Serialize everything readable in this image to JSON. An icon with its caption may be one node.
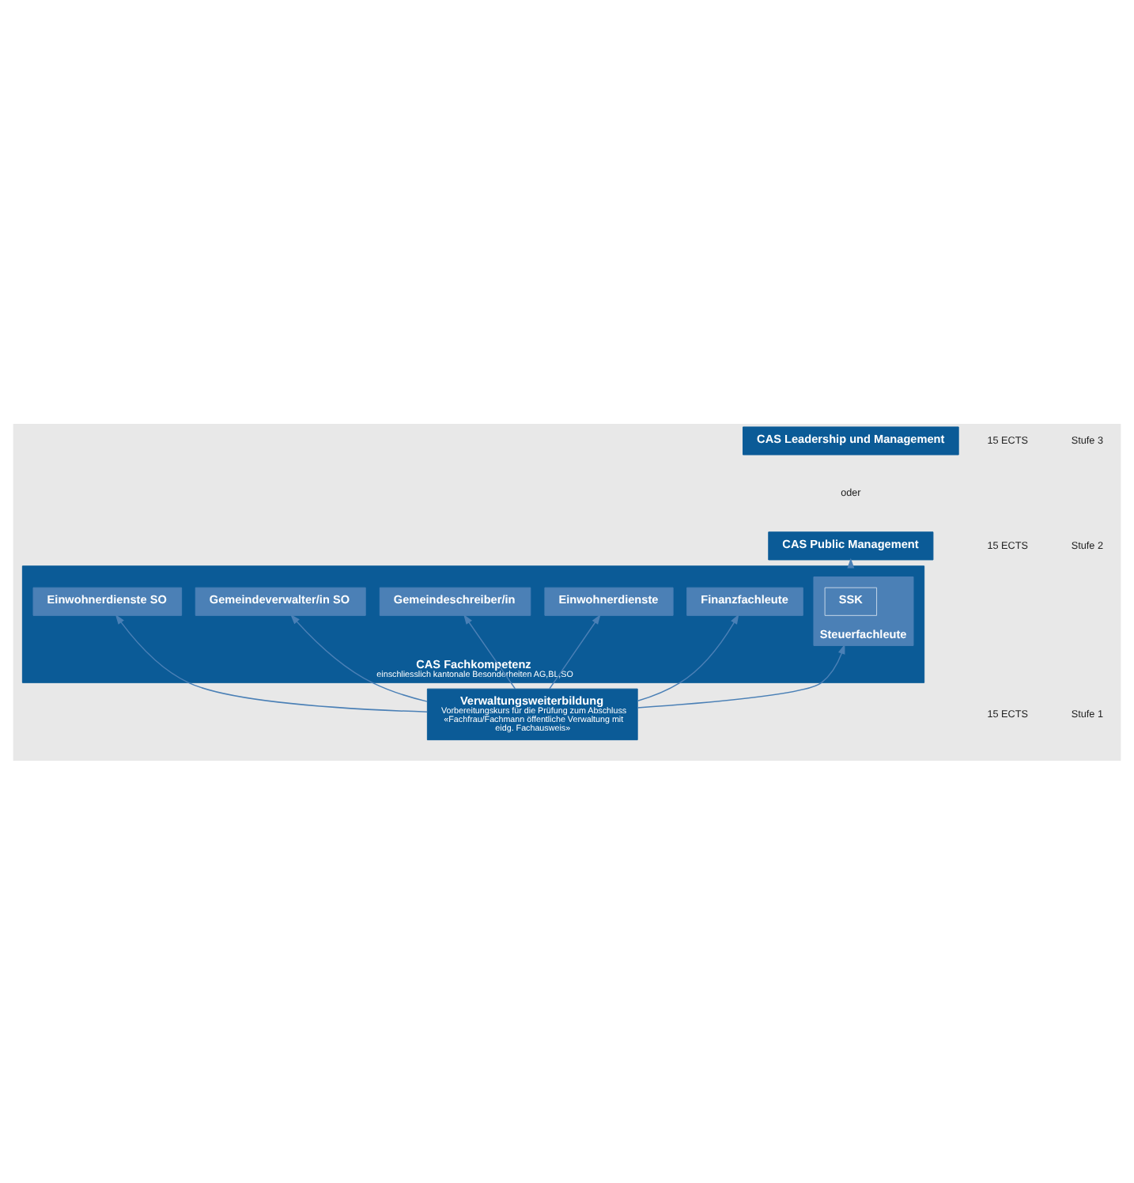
{
  "diagram": {
    "nodes": [
      {
        "text": [
          "CAS Leadership und Management"
        ]
      },
      {
        "text": [
          "CAS Public Management"
        ]
      },
      {
        "text": [
          "CAS Fachkompetenz",
          "einschliesslich kantonale Besonderheiten AG,BL,SO"
        ]
      },
      {
        "text": [
          "Steuerfachleute"
        ],
        "in": 2
      },
      {
        "text": [
          "SSK"
        ],
        "in": 3
      },
      {
        "text": [
          "Finanzfachleute"
        ],
        "in": 2
      },
      {
        "text": [
          "Einwohnerdienste"
        ],
        "in": 2
      },
      {
        "text": [
          "Gemeindeschreiber/in"
        ],
        "in": 2
      },
      {
        "text": [
          "Gemeindeverwalter/in SO"
        ],
        "in": 2
      },
      {
        "text": [
          "Einwohnerdienste SO"
        ],
        "in": 2
      },
      {
        "text": [
          "Verwaltungsweiterbildung",
          "Vorbereitungskurs für die Prüfung zum Abschluss «Fachfrau/Fachmann öffentliche Verwaltung mit eidg. Fachausweis»"
        ]
      }
    ],
    "edges": [
      {
        "from": 2,
        "to": 1,
        "arrow": "to"
      },
      {
        "from": 10,
        "to": 3,
        "arrow": "to"
      },
      {
        "from": 10,
        "to": 5,
        "arrow": "to"
      },
      {
        "from": 10,
        "to": 6,
        "arrow": "to"
      },
      {
        "from": 10,
        "to": 7,
        "arrow": "to"
      },
      {
        "from": 10,
        "to": 8,
        "arrow": "to"
      },
      {
        "from": 10,
        "to": 9,
        "arrow": "to"
      }
    ],
    "labels": [
      "Stufe 3",
      "15 ECTS",
      "oder",
      "Stufe 2",
      "15 ECTS",
      "Stufe 1",
      "15 ECTS"
    ]
  }
}
